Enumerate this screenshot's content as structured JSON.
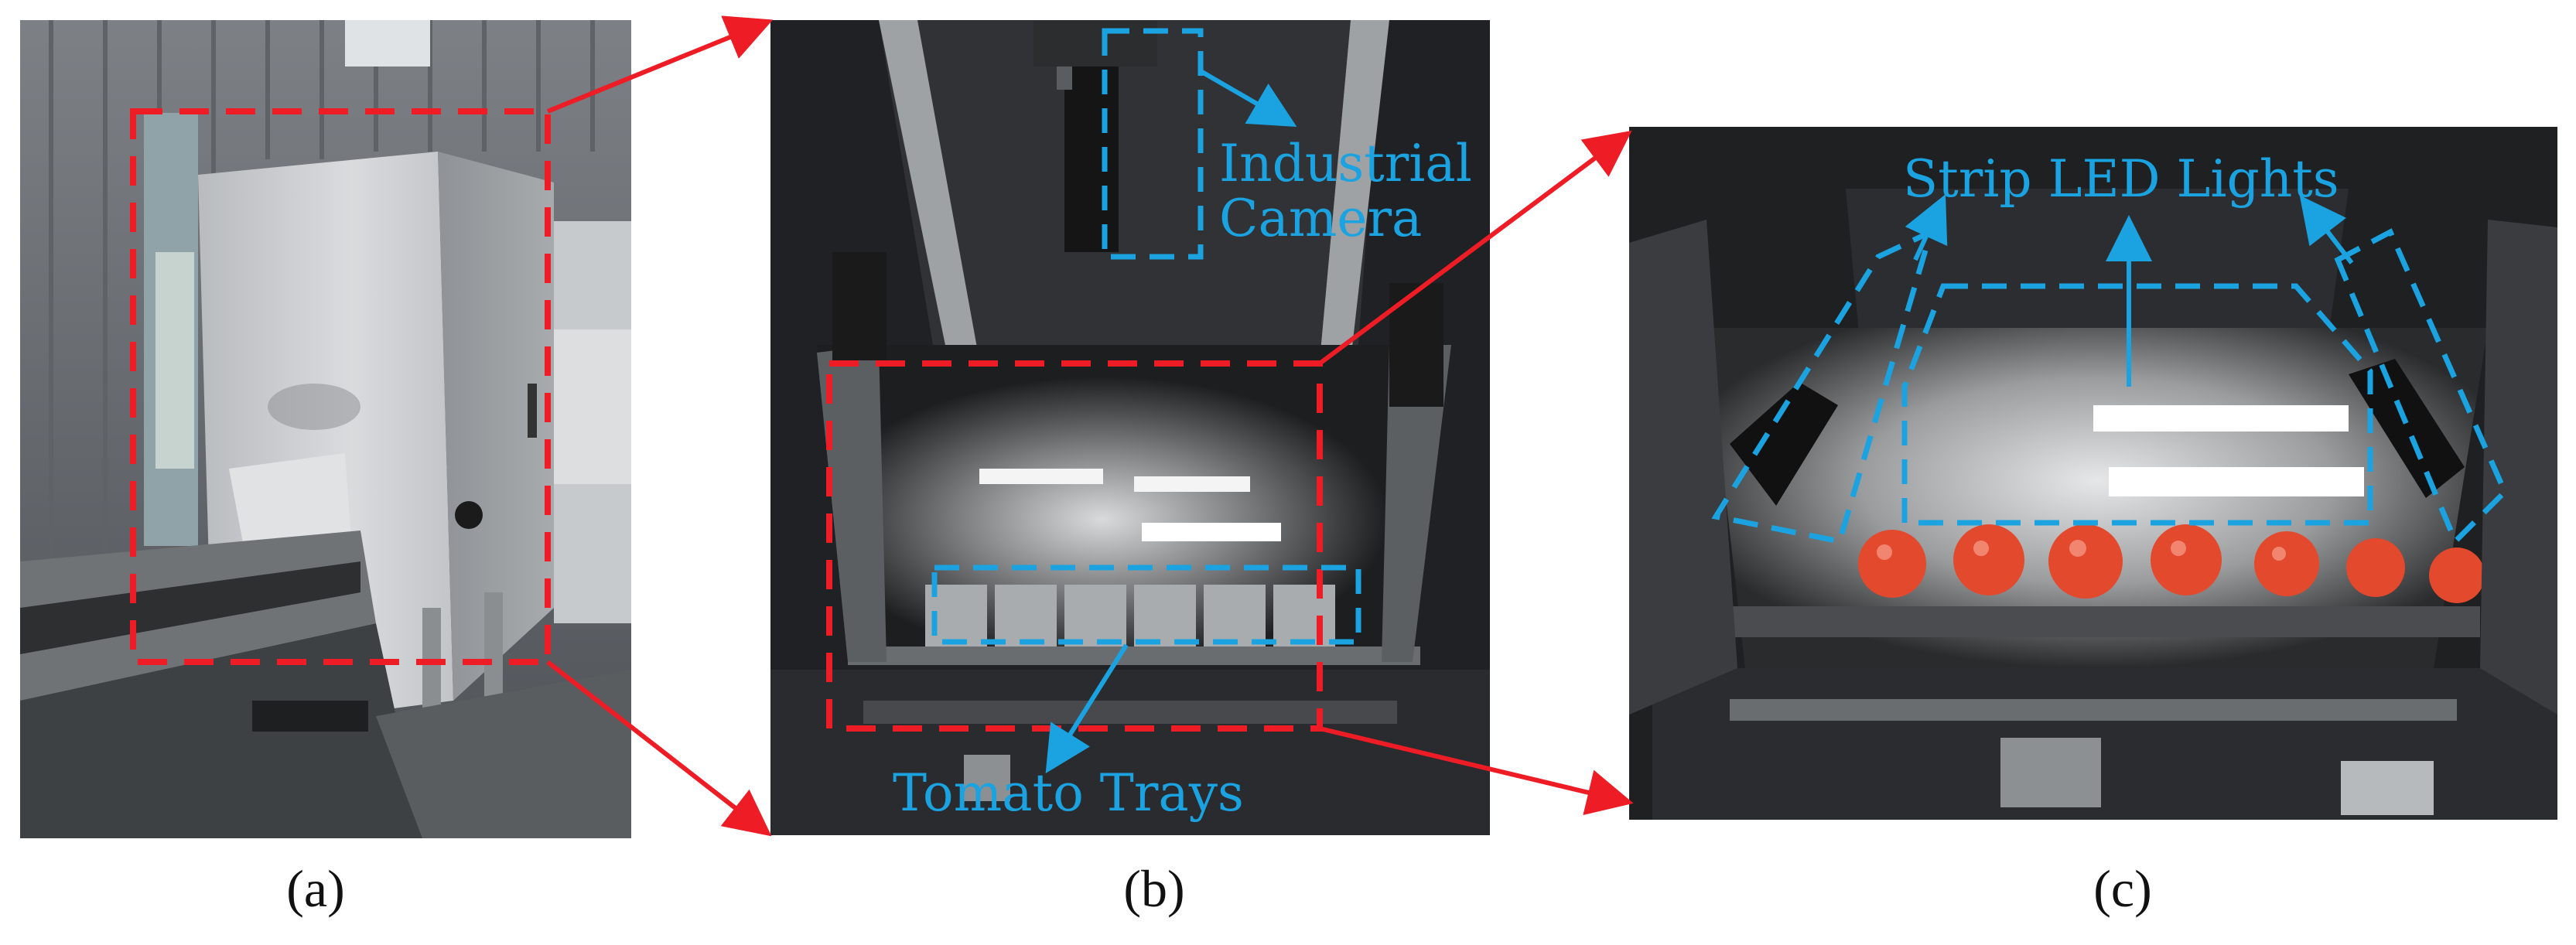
{
  "panels": [
    {
      "label": "(a)"
    },
    {
      "label": "(b)"
    },
    {
      "label": "(c)"
    }
  ],
  "annotations": {
    "camera_line1": "Industrial",
    "camera_line2": "Camera",
    "trays": "Tomato Trays",
    "lights": "Strip LED Lights"
  },
  "colors": {
    "highlight_red": "#ee1c25",
    "highlight_blue": "#1aa3e0"
  }
}
